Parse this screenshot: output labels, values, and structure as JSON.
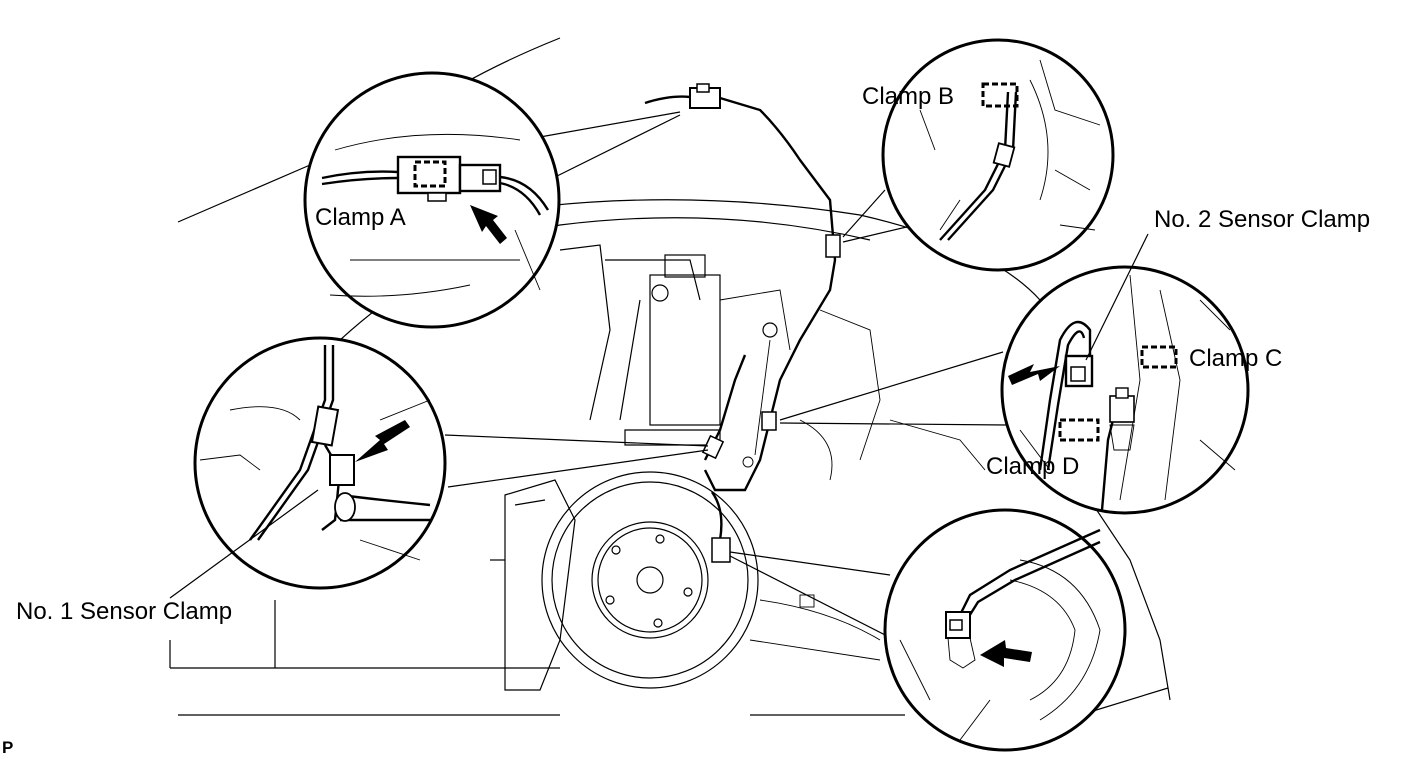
{
  "labels": {
    "clamp_a": "Clamp A",
    "clamp_b": "Clamp B",
    "clamp_c": "Clamp C",
    "clamp_d": "Clamp D",
    "no2_sensor_clamp": "No. 2 Sensor Clamp",
    "no1_sensor_clamp": "No. 1 Sensor Clamp"
  },
  "figure_mark": "P"
}
